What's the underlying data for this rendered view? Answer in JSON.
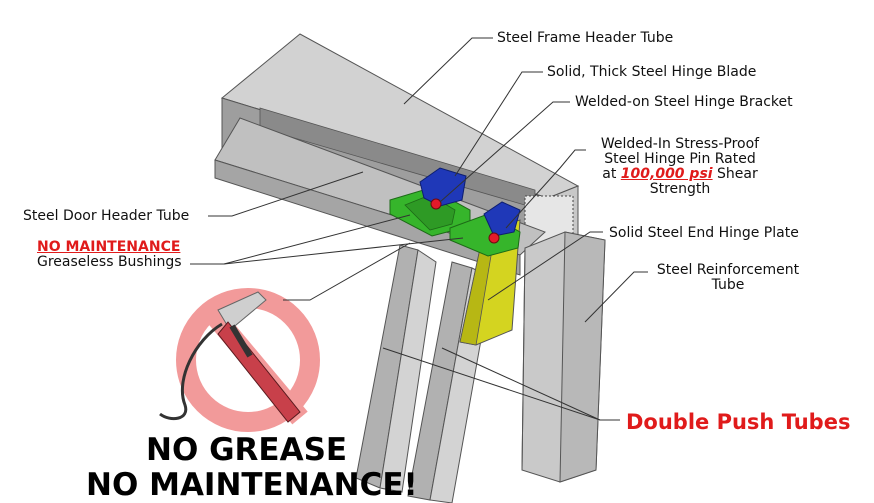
{
  "labels": {
    "frame_header": "Steel Frame Header Tube",
    "hinge_blade": "Solid, Thick Steel Hinge Blade",
    "hinge_bracket": "Welded-on Steel Hinge Bracket",
    "pin_line1": "Welded-In Stress-Proof",
    "pin_line2": "Steel Hinge Pin Rated",
    "pin_line3_pre": "at ",
    "pin_line3_em": "100,000 psi",
    "pin_line3_post": " Shear",
    "pin_line4": "Strength",
    "door_header": "Steel Door Header Tube",
    "no_maint_small": "NO MAINTENANCE",
    "greaseless": "Greaseless Bushings",
    "end_plate": "Solid Steel End Hinge Plate",
    "reinf_line1": "Steel Reinforcement",
    "reinf_line2": "Tube",
    "push_tubes": "Double Push Tubes",
    "big_line1": "NO GREASE",
    "big_line2": "NO MAINTENANCE!"
  },
  "colors": {
    "steel_light": "#d4d4d4",
    "steel_mid": "#b7b7b7",
    "steel_dark": "#8f8f8f",
    "bracket_green": "#33b52a",
    "blade_blue": "#1f37b8",
    "plate_yellow": "#cfcf1c",
    "callout_red": "#e01b1b",
    "no_sign_pink": "#f29a9a"
  }
}
